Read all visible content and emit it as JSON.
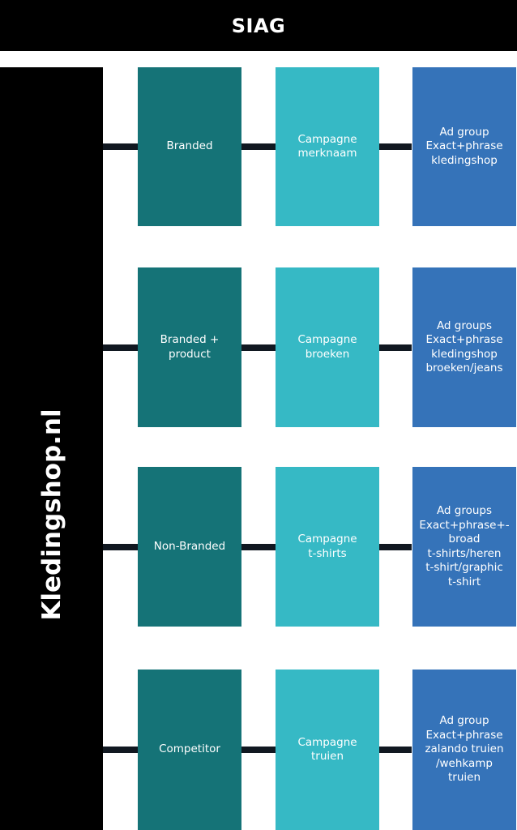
{
  "header": {
    "title": "SIAG"
  },
  "site": {
    "label": "Kledingshop.nl"
  },
  "colors": {
    "header_bg": "#000000",
    "sidebar_bg": "#000000",
    "connector": "#111821",
    "level1_box": "#157377",
    "level2_box": "#36b9c5",
    "level3_box": "#3573b9"
  },
  "rows": [
    {
      "type": "Branded",
      "campaign": "Campagne\nmerknaam",
      "adgroup": "Ad group\nExact+phrase\nkledingshop"
    },
    {
      "type": "Branded +\nproduct",
      "campaign": "Campagne\nbroeken",
      "adgroup": "Ad groups\nExact+phrase\nkledingshop\nbroeken/jeans"
    },
    {
      "type": "Non-Branded",
      "campaign": "Campagne\nt-shirts",
      "adgroup": "Ad groups\nExact+phrase+-\nbroad\nt-shirts/heren\nt-shirt/graphic\nt-shirt"
    },
    {
      "type": "Competitor",
      "campaign": "Campagne\ntruien",
      "adgroup": "Ad group\nExact+phrase\nzalando truien\n/wehkamp\ntruien"
    }
  ]
}
